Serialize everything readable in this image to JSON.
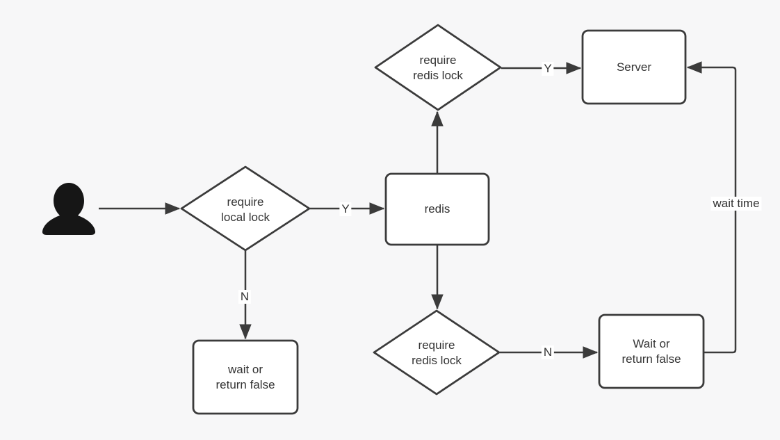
{
  "diagram": {
    "background_color": "#f7f7f8",
    "stroke_color": "#3b3b3b",
    "node_fill_color": "#ffffff",
    "text_color": "#333333",
    "icon_color": "#161616"
  },
  "nodes": {
    "user": {
      "icon": "person-icon"
    },
    "local_lock_decision": {
      "lines": [
        "require",
        "local lock"
      ]
    },
    "redis": {
      "label": "redis"
    },
    "redis_lock_top_decision": {
      "lines": [
        "require",
        "redis lock"
      ]
    },
    "server": {
      "label": "Server"
    },
    "wait_return_false_left": {
      "lines": [
        "wait or",
        "return false"
      ]
    },
    "redis_lock_bottom_decision": {
      "lines": [
        "require",
        "redis lock"
      ]
    },
    "wait_return_false_right": {
      "lines": [
        "Wait or",
        "return false"
      ]
    }
  },
  "edge_labels": {
    "local_lock_yes": "Y",
    "local_lock_no": "N",
    "redis_lock_top_yes": "Y",
    "redis_lock_bottom_no": "N",
    "wait_time": "wait time"
  }
}
